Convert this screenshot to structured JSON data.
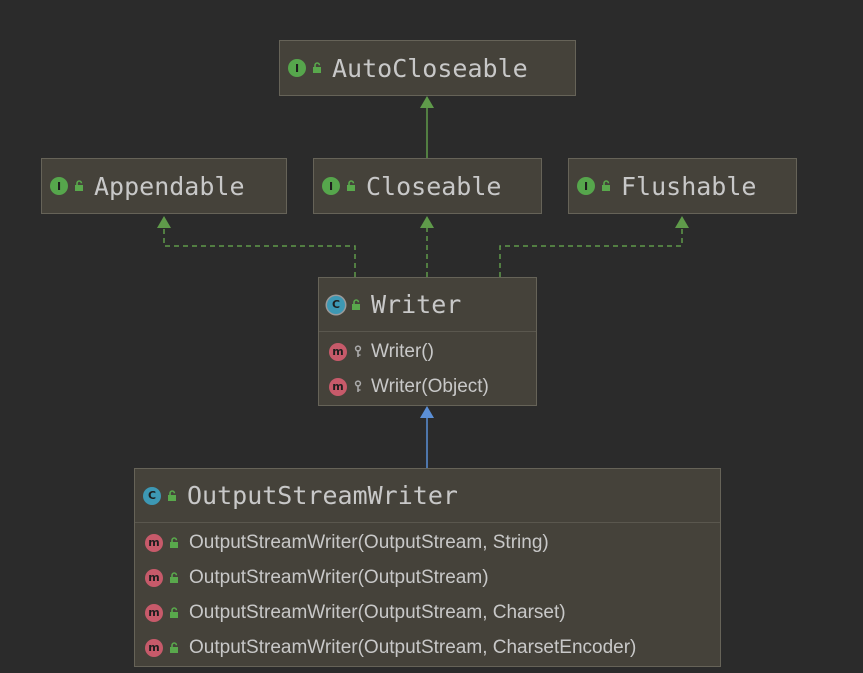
{
  "nodes": {
    "autocloseable": {
      "kind": "I",
      "name": "AutoCloseable"
    },
    "appendable": {
      "kind": "I",
      "name": "Appendable"
    },
    "closeable": {
      "kind": "I",
      "name": "Closeable"
    },
    "flushable": {
      "kind": "I",
      "name": "Flushable"
    },
    "writer": {
      "kind": "C",
      "name": "Writer",
      "members": [
        {
          "kind": "m",
          "visibility": "protected",
          "label": "Writer()"
        },
        {
          "kind": "m",
          "visibility": "protected",
          "label": "Writer(Object)"
        }
      ]
    },
    "outputstreamwriter": {
      "kind": "C",
      "name": "OutputStreamWriter",
      "members": [
        {
          "kind": "m",
          "visibility": "public",
          "label": "OutputStreamWriter(OutputStream, String)"
        },
        {
          "kind": "m",
          "visibility": "public",
          "label": "OutputStreamWriter(OutputStream)"
        },
        {
          "kind": "m",
          "visibility": "public",
          "label": "OutputStreamWriter(OutputStream, Charset)"
        },
        {
          "kind": "m",
          "visibility": "public",
          "label": "OutputStreamWriter(OutputStream, CharsetEncoder)"
        }
      ]
    }
  },
  "edges": [
    {
      "from": "closeable",
      "to": "autocloseable",
      "type": "extends"
    },
    {
      "from": "writer",
      "to": "appendable",
      "type": "implements"
    },
    {
      "from": "writer",
      "to": "closeable",
      "type": "implements"
    },
    {
      "from": "writer",
      "to": "flushable",
      "type": "implements"
    },
    {
      "from": "outputstreamwriter",
      "to": "writer",
      "type": "extends"
    }
  ],
  "colors": {
    "background": "#2b2b2b",
    "node_fill": "#45423a",
    "interface_edge": "#5f9a4a",
    "class_edge": "#5b8fd6",
    "interface_badge": "#56a64c",
    "class_badge": "#3d98b4",
    "method_badge": "#c75a6a"
  }
}
